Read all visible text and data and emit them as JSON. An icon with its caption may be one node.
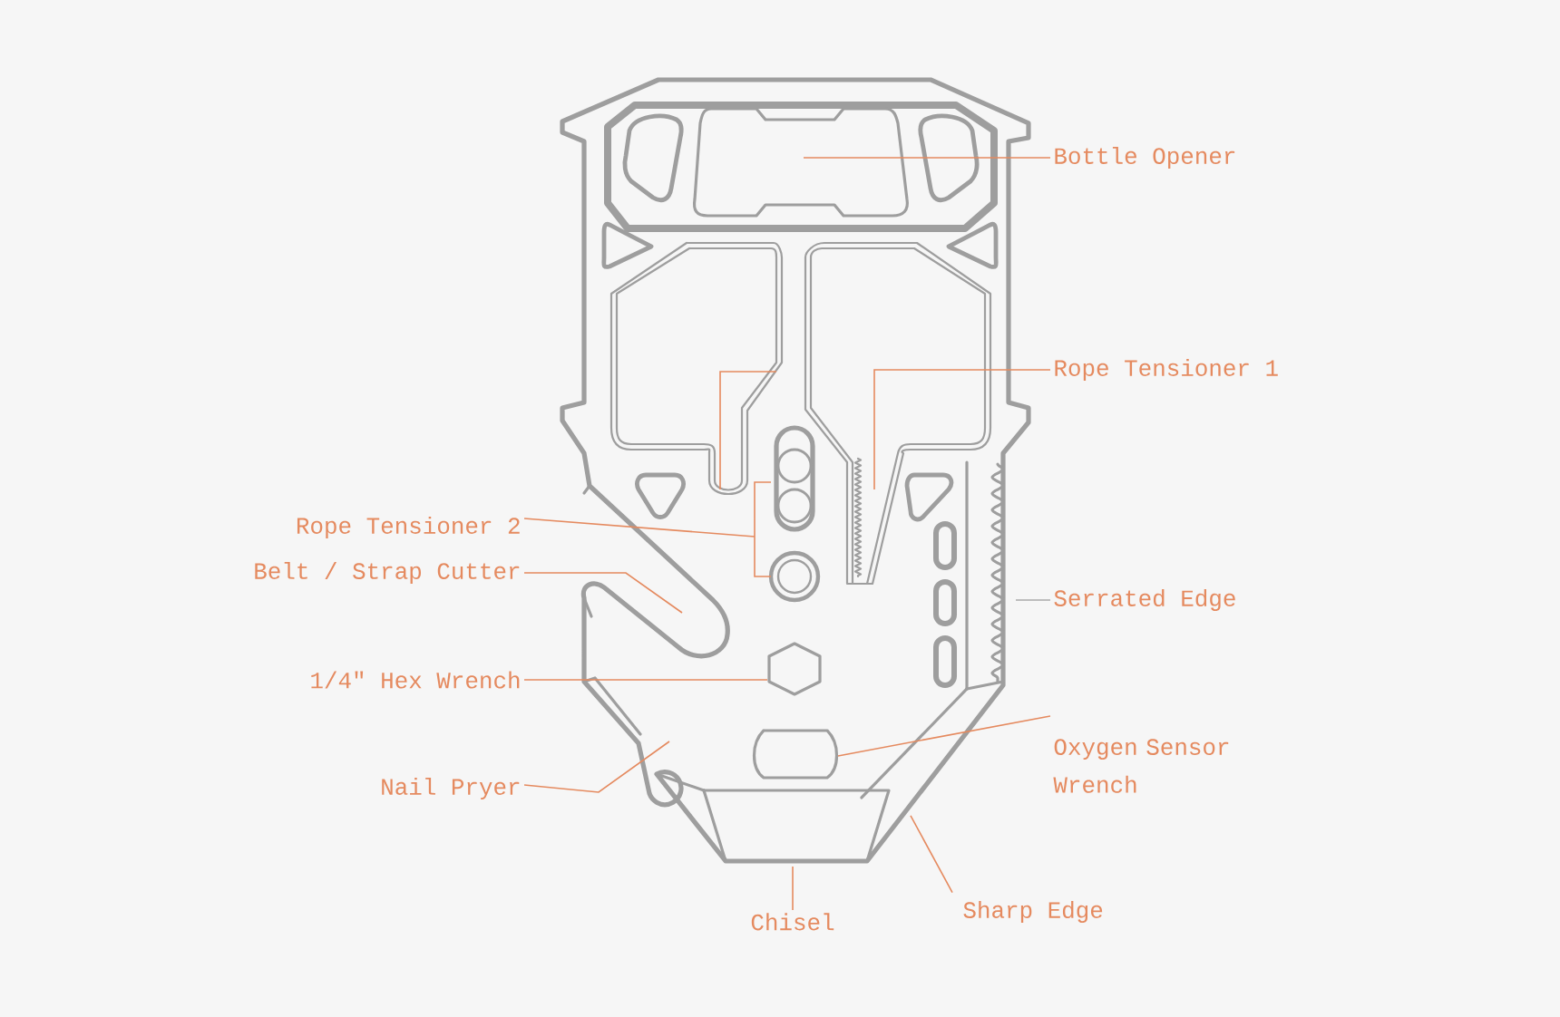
{
  "diagram": {
    "nodes": [
      {
        "text": [
          "Bottle Opener"
        ]
      },
      {
        "text": [
          "Rope Tensioner 1"
        ]
      },
      {
        "text": [
          "Rope Tensioner 2"
        ]
      },
      {
        "text": [
          "Belt / Strap Cutter"
        ]
      },
      {
        "text": [
          "Serrated Edge"
        ]
      },
      {
        "text": [
          "1/4\" Hex Wrench"
        ]
      },
      {
        "text": [
          "Oxygen Sensor Wrench"
        ]
      },
      {
        "text": [
          "Nail Pryer"
        ]
      },
      {
        "text": [
          "Chisel"
        ]
      },
      {
        "text": [
          "Sharp Edge"
        ]
      }
    ],
    "edges": [
      {
        "from": 0,
        "to": null,
        "arrow": "none"
      },
      {
        "from": 1,
        "to": null,
        "arrow": "none"
      },
      {
        "from": 2,
        "to": null,
        "arrow": "none"
      },
      {
        "from": 3,
        "to": null,
        "arrow": "none"
      },
      {
        "from": 4,
        "to": null,
        "arrow": "none",
        "color": "#aaaaaa"
      },
      {
        "from": 5,
        "to": null,
        "arrow": "none"
      },
      {
        "from": 6,
        "to": null,
        "arrow": "none"
      },
      {
        "from": 7,
        "to": null,
        "arrow": "none"
      },
      {
        "from": 8,
        "to": null,
        "arrow": "none"
      },
      {
        "from": 9,
        "to": null,
        "arrow": "none"
      }
    ]
  }
}
